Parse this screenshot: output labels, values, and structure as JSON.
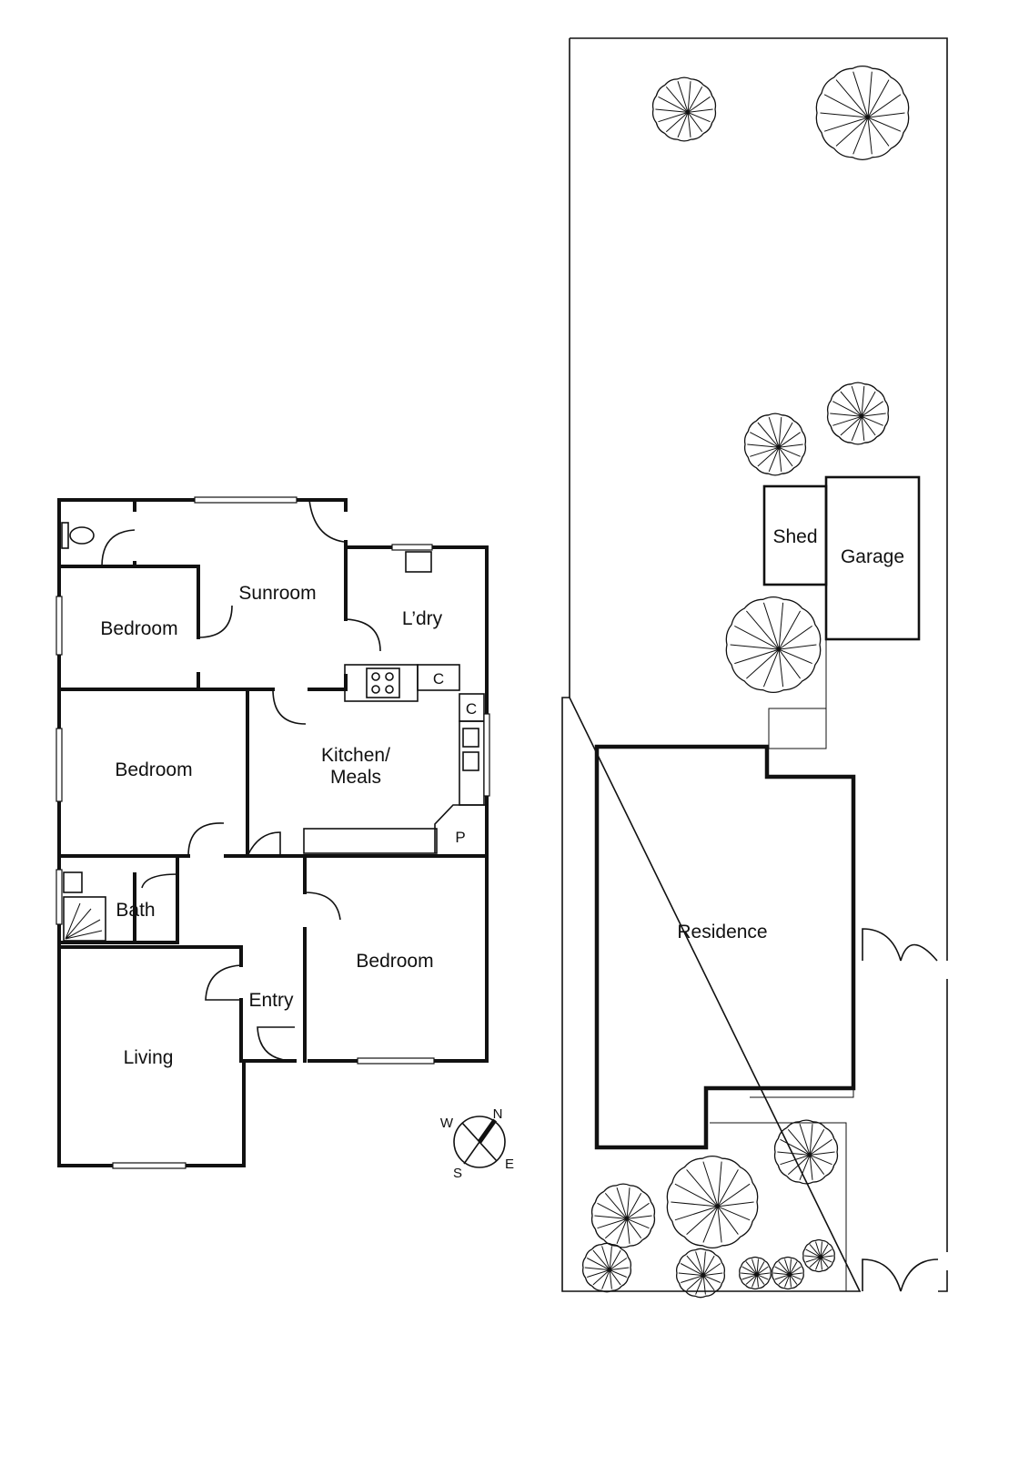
{
  "floorplan": {
    "rooms": {
      "bedroom_1": "Bedroom",
      "sunroom": "Sunroom",
      "laundry": "L’dry",
      "bedroom_2": "Bedroom",
      "kitchen_line1": "Kitchen/",
      "kitchen_line2": "Meals",
      "bath": "Bath",
      "bedroom_3": "Bedroom",
      "entry": "Entry",
      "living": "Living"
    },
    "fixtures": {
      "cupboard_1": "C",
      "cupboard_2": "C",
      "pantry": "P"
    }
  },
  "compass": {
    "north": "N",
    "south": "S",
    "east": "E",
    "west": "W"
  },
  "site_plan": {
    "shed": "Shed",
    "garage": "Garage",
    "residence": "Residence"
  }
}
